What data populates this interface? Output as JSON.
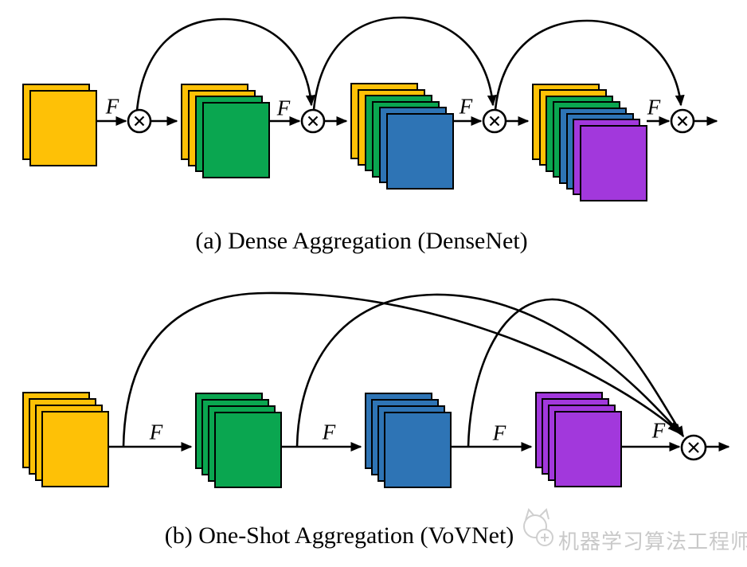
{
  "figure": {
    "type": "diagram",
    "topic": "Feature aggregation comparison: DenseNet dense aggregation vs VoVNet one-shot aggregation"
  },
  "palette": {
    "yellow": "#FEC106",
    "green": "#0AA650",
    "blue": "#2E74B5",
    "purple": "#A238DC",
    "stroke": "#000000",
    "node_fill": "#FFFFFF",
    "watermark_gray": "#c9c9c9"
  },
  "labels": {
    "f": "F",
    "concat_symbol": "×"
  },
  "panel_a": {
    "caption": "(a) Dense Aggregation (DenseNet)",
    "stacks": [
      {
        "colors": [
          "yellow",
          "yellow"
        ]
      },
      {
        "colors": [
          "yellow",
          "yellow",
          "green",
          "green"
        ]
      },
      {
        "colors": [
          "yellow",
          "yellow",
          "green",
          "green",
          "blue",
          "blue"
        ]
      },
      {
        "colors": [
          "yellow",
          "yellow",
          "green",
          "green",
          "blue",
          "blue",
          "purple",
          "purple"
        ]
      }
    ],
    "f_count": 4,
    "concat_node_count": 4
  },
  "panel_b": {
    "caption": "(b) One-Shot Aggregation (VoVNet)",
    "stacks": [
      {
        "colors": [
          "yellow",
          "yellow",
          "yellow",
          "yellow"
        ]
      },
      {
        "colors": [
          "green",
          "green",
          "green",
          "green"
        ]
      },
      {
        "colors": [
          "blue",
          "blue",
          "blue",
          "blue"
        ]
      },
      {
        "colors": [
          "purple",
          "purple",
          "purple",
          "purple"
        ]
      }
    ],
    "f_count": 4,
    "concat_node_count": 1
  },
  "watermark": {
    "text": "机器学习算法工程师"
  }
}
